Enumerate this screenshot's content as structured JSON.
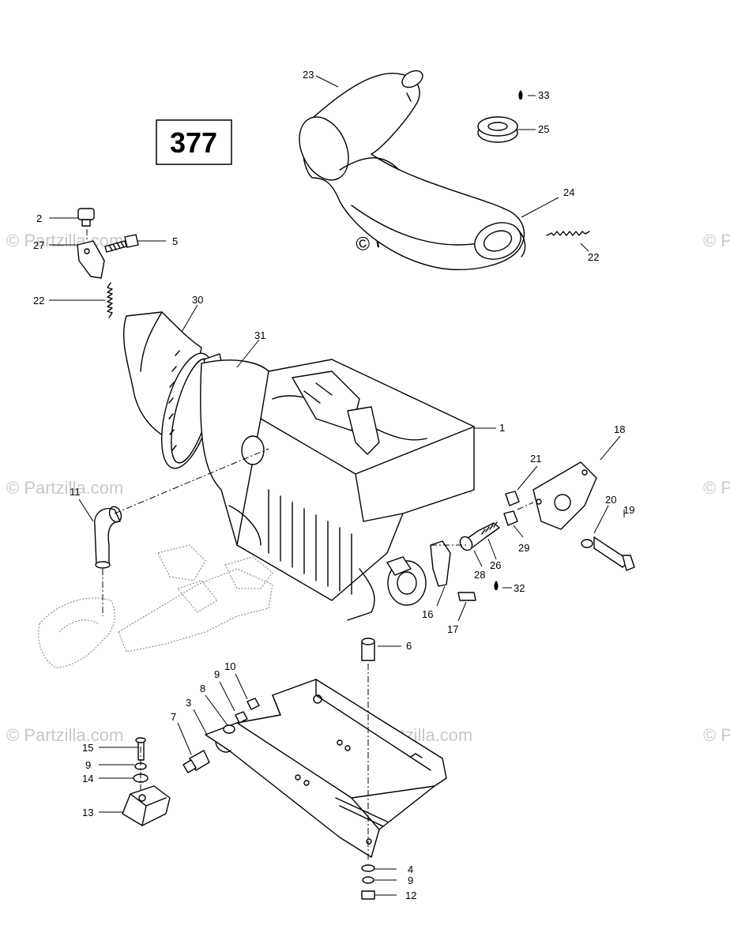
{
  "diagram_number": "377",
  "watermark": "© Partzilla.com",
  "callouts": [
    {
      "id": "c1",
      "text": "1"
    },
    {
      "id": "c2",
      "text": "2"
    },
    {
      "id": "c3",
      "text": "3"
    },
    {
      "id": "c4",
      "text": "4"
    },
    {
      "id": "c5",
      "text": "5"
    },
    {
      "id": "c6",
      "text": "6"
    },
    {
      "id": "c7",
      "text": "7"
    },
    {
      "id": "c8",
      "text": "8"
    },
    {
      "id": "c9a",
      "text": "9"
    },
    {
      "id": "c9b",
      "text": "9"
    },
    {
      "id": "c9c",
      "text": "9"
    },
    {
      "id": "c10",
      "text": "10"
    },
    {
      "id": "c11",
      "text": "11"
    },
    {
      "id": "c12",
      "text": "12"
    },
    {
      "id": "c13",
      "text": "13"
    },
    {
      "id": "c14",
      "text": "14"
    },
    {
      "id": "c15",
      "text": "15"
    },
    {
      "id": "c16",
      "text": "16"
    },
    {
      "id": "c17",
      "text": "17"
    },
    {
      "id": "c18",
      "text": "18"
    },
    {
      "id": "c19",
      "text": "19"
    },
    {
      "id": "c20",
      "text": "20"
    },
    {
      "id": "c21",
      "text": "21"
    },
    {
      "id": "c22a",
      "text": "22"
    },
    {
      "id": "c22b",
      "text": "22"
    },
    {
      "id": "c23",
      "text": "23"
    },
    {
      "id": "c24",
      "text": "24"
    },
    {
      "id": "c25",
      "text": "25"
    },
    {
      "id": "c26",
      "text": "26"
    },
    {
      "id": "c27",
      "text": "27"
    },
    {
      "id": "c28",
      "text": "28"
    },
    {
      "id": "c29",
      "text": "29"
    },
    {
      "id": "c30",
      "text": "30"
    },
    {
      "id": "c31",
      "text": "31"
    },
    {
      "id": "c32",
      "text": "32"
    },
    {
      "id": "c33",
      "text": "33"
    }
  ]
}
